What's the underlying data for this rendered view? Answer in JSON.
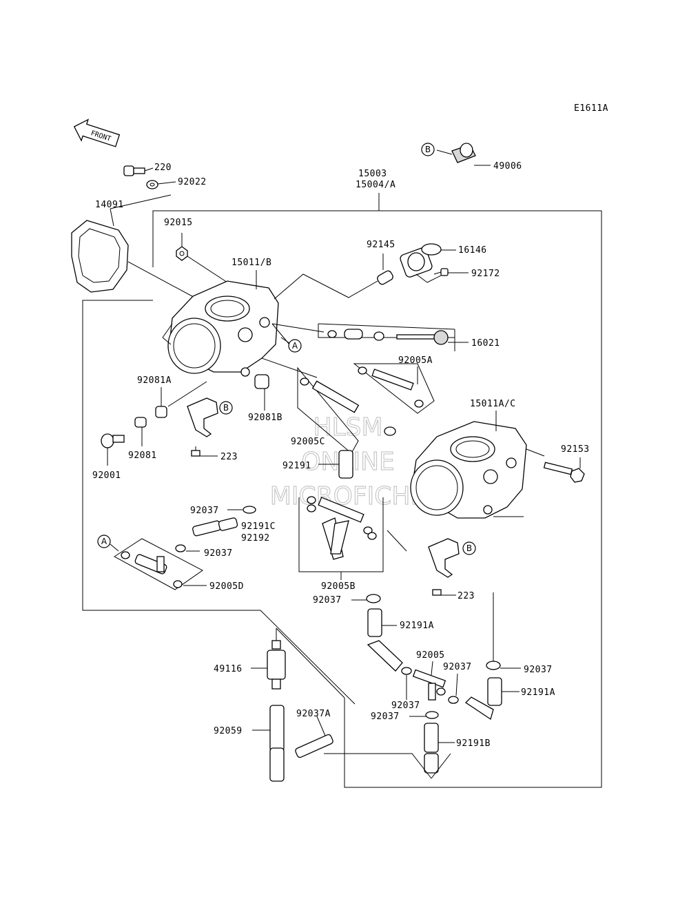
{
  "diagram": {
    "code": "E1611A",
    "front_label": "FRONT",
    "watermark": [
      "HLSM",
      "ONLINE",
      "MICROFICHE"
    ],
    "callouts": [
      "A",
      "B"
    ],
    "parts": {
      "p220": "220",
      "p92022": "92022",
      "p14091": "14091",
      "p15003": "15003",
      "p15004A": "15004/A",
      "p49006": "49006",
      "p92015": "92015",
      "p15011B": "15011/B",
      "p92145": "92145",
      "p16146": "16146",
      "p92172": "92172",
      "p16021": "16021",
      "p92005A": "92005A",
      "p15011AC": "15011A/C",
      "p92153": "92153",
      "p92081A": "92081A",
      "p92081B": "92081B",
      "p92005C": "92005C",
      "p92191": "92191",
      "p92081": "92081",
      "p92001": "92001",
      "p223a": "223",
      "p92037a": "92037",
      "p92191C": "92191C",
      "p92192": "92192",
      "p92037b": "92037",
      "p92005D": "92005D",
      "p92005B": "92005B",
      "p223b": "223",
      "p92037c": "92037",
      "p92191Aa": "92191A",
      "p92005": "92005",
      "p92037d": "92037",
      "p92037e": "92037",
      "p92191Ab": "92191A",
      "p92037f": "92037",
      "p92037g": "92037",
      "p49116": "49116",
      "p92037A": "92037A",
      "p92059": "92059",
      "p92191B": "92191B"
    }
  }
}
